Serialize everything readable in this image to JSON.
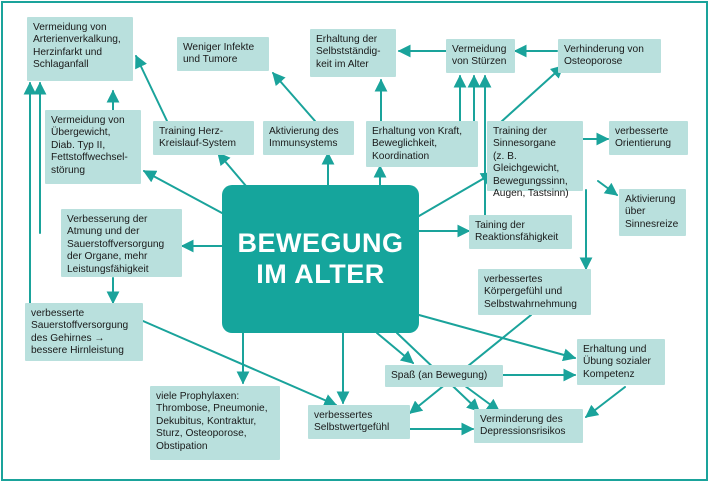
{
  "center": "BEWEGUNG\nIM ALTER",
  "boxes": {
    "arterien": "Vermeidung von\nArterienverkalkung,\nHerzinfarkt und\nSchlaganfall",
    "infekte": "Weniger Infekte\nund Tumore",
    "selbst": "Erhaltung der\nSelbstständig-\nkeit im Alter",
    "stuerze": "Vermeidung\nvon Stürzen",
    "osteo": "Verhinderung von\nOsteoporose",
    "uebergewicht": "Vermeidung von\nÜbergewicht,\nDiab. Typ II,\nFettstoffwechsel-\nstörung",
    "herz": "Training Herz-\nKreislauf-System",
    "immun": "Aktivierung des\nImmunsystems",
    "kraft": "Erhaltung von Kraft,\nBeweglichkeit,\nKoordination",
    "sinnesorgane": "Training der\nSinnesorgane\n(z. B. Gleichgewicht,\nBewegungssinn,\nAugen, Tastsinn)",
    "orientierung": "verbesserte\nOrientierung",
    "sinnesreize": "Aktivierung\nüber\nSinnesreize",
    "atmung": "Verbesserung der\nAtmung und der\nSauerstoffversorgung\nder Organe, mehr\nLeistungsfähigkeit",
    "reaktion": "Taining der\nReaktionsfähigkeit",
    "koerper": "verbessertes\nKörpergefühl und\nSelbstwahrnehmung",
    "gehirn": "verbesserte\nSauerstoffversorgung\ndes Gehirnes →\nbessere Hirnleistung",
    "sozial": "Erhaltung und\nÜbung sozialer\nKompetenz",
    "spass": "Spaß (an Bewegung)",
    "prophylaxen": "viele Prophylaxen:\nThrombose, Pneumonie,\nDekubitus, Kontraktur,\nSturz, Osteoporose,\nObstipation",
    "selbstwert": "verbessertes\nSelbstwertgefühl",
    "depression": "Verminderung des\nDepressionsrisikos"
  },
  "colors": {
    "accent": "#15a59c",
    "box": "#b9e0dd",
    "border": "#1aa39b"
  }
}
